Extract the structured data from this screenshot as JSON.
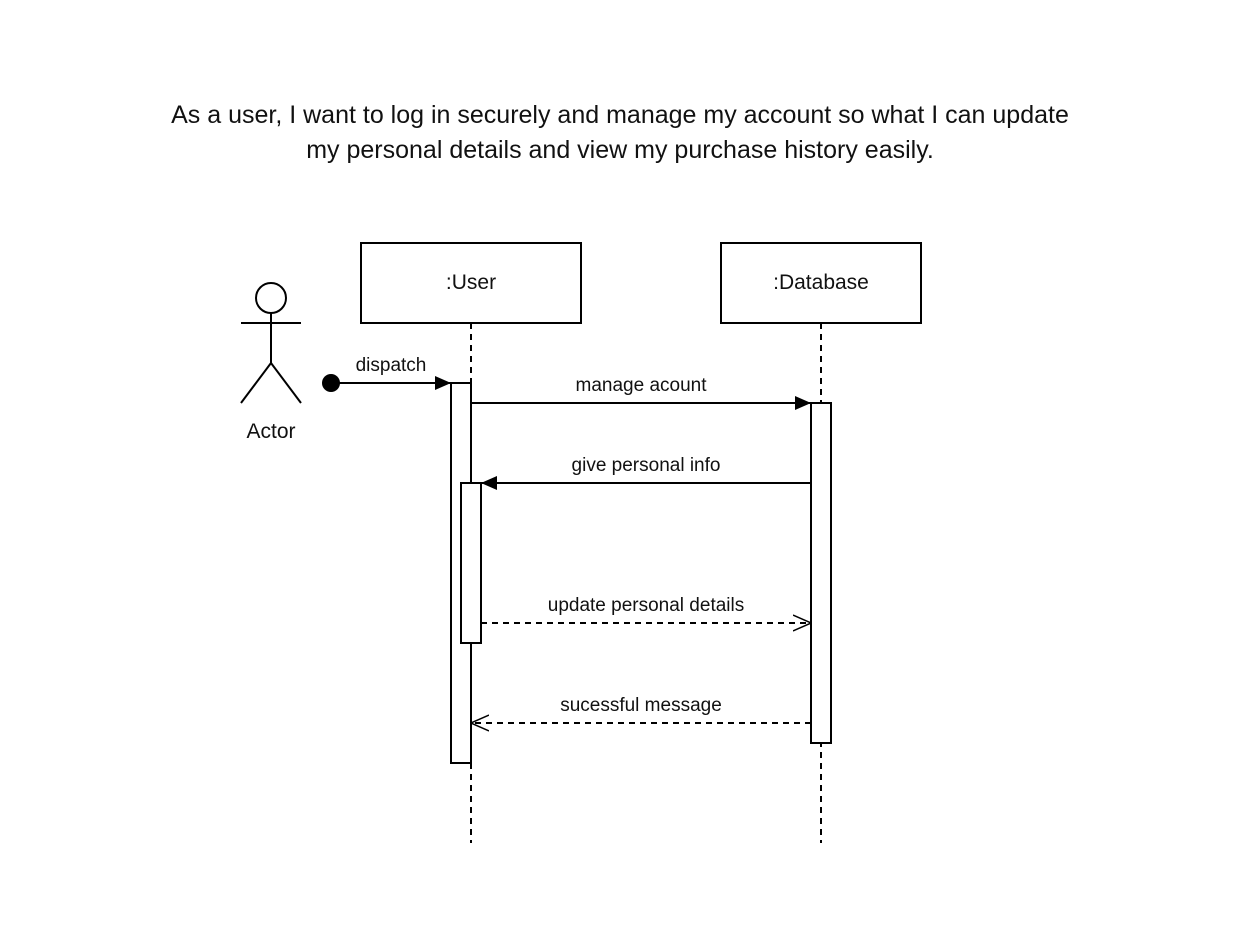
{
  "story": {
    "line1": "As a user, I want to log in securely and manage my account so what I can update",
    "line2": "my personal details and view my purchase history easily."
  },
  "actor": {
    "label": "Actor"
  },
  "lifelines": {
    "user": ":User",
    "database": ":Database"
  },
  "messages": {
    "dispatch": "dispatch",
    "manage": "manage acount",
    "give_info": "give personal info",
    "update_details": "update personal details",
    "success": "sucessful message"
  },
  "colors": {
    "stroke": "#000000",
    "background": "#ffffff",
    "text": "#111111"
  }
}
